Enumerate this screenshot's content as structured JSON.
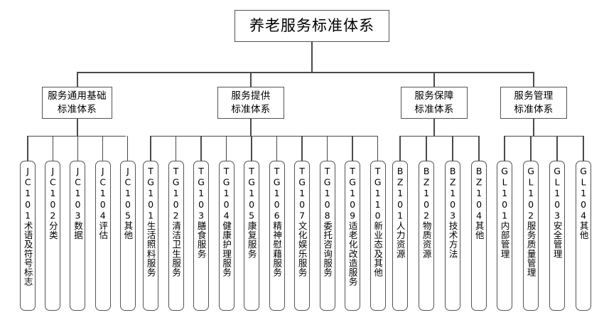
{
  "diagram": {
    "title": "养老服务标准体系",
    "root": {
      "label": "养老服务标准体系"
    },
    "groups": [
      {
        "id": "jc",
        "label": "服务通用基础\n标准体系"
      },
      {
        "id": "tg",
        "label": "服务提供\n标准体系"
      },
      {
        "id": "bz",
        "label": "服务保障\n标准体系"
      },
      {
        "id": "gl",
        "label": "服务管理\n标准体系"
      }
    ],
    "leaves": {
      "jc": [
        {
          "code": "JC101",
          "label": "术语及符号标志"
        },
        {
          "code": "JC102",
          "label": "分类"
        },
        {
          "code": "JC103",
          "label": "数据"
        },
        {
          "code": "JC104",
          "label": "评估"
        },
        {
          "code": "JC105",
          "label": "其他"
        }
      ],
      "tg": [
        {
          "code": "TG101",
          "label": "生活照料服务"
        },
        {
          "code": "TG102",
          "label": "清洁卫生服务"
        },
        {
          "code": "TG103",
          "label": "膳食服务"
        },
        {
          "code": "TG104",
          "label": "健康护理服务"
        },
        {
          "code": "TG105",
          "label": "康复服务"
        },
        {
          "code": "TG106",
          "label": "精神慰藉服务"
        },
        {
          "code": "TG107",
          "label": "文化娱乐服务"
        },
        {
          "code": "TG108",
          "label": "委托咨询服务"
        },
        {
          "code": "TG109",
          "label": "适老化改造服务"
        },
        {
          "code": "TG110",
          "label": "新业态及其他"
        }
      ],
      "bz": [
        {
          "code": "BZ101",
          "label": "人力资源"
        },
        {
          "code": "BZ102",
          "label": "物质资源"
        },
        {
          "code": "BZ103",
          "label": "技术方法"
        },
        {
          "code": "BZ104",
          "label": "其他"
        }
      ],
      "gl": [
        {
          "code": "GL101",
          "label": "内部管理"
        },
        {
          "code": "GL102",
          "label": "服务质量管理"
        },
        {
          "code": "GL103",
          "label": "安全管理"
        },
        {
          "code": "GL104",
          "label": "其他"
        }
      ]
    },
    "colors": {
      "background": "#ffffff",
      "box_border": "#545454",
      "connector": "#4a4a4a",
      "text": "#000000"
    }
  }
}
